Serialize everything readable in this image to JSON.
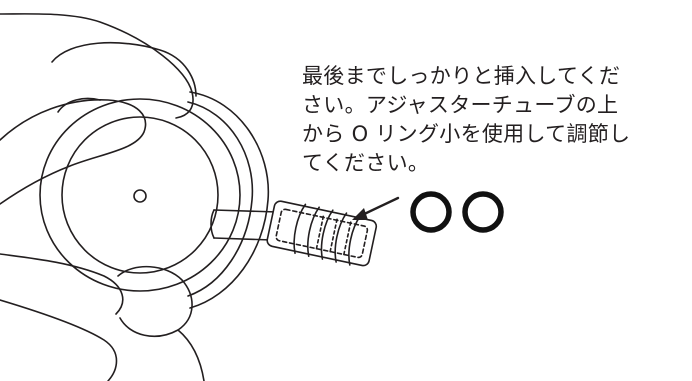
{
  "instruction": {
    "lines": [
      "最後までしっかりと挿入してくだ",
      "さい。アジャスターチューブの上",
      "から O リング小を使用して調節し",
      "てください。"
    ]
  },
  "colors": {
    "stroke": "#231f20",
    "background": "#ffffff"
  },
  "icons": {
    "arrow": "arrow-icon",
    "o_rings": "o-ring-icon"
  }
}
